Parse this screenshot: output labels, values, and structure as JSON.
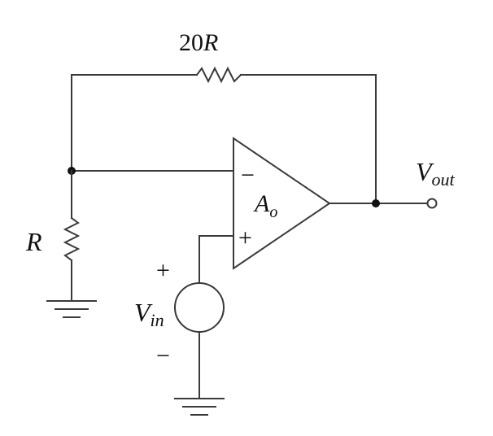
{
  "labels": {
    "feedback_resistor_coef": "20",
    "feedback_resistor_var": "R",
    "ground_resistor": "R",
    "output_main": "V",
    "output_sub": "out",
    "input_main": "V",
    "input_sub": "in",
    "opamp_main": "A",
    "opamp_sub": "o",
    "opamp_inverting": "−",
    "opamp_noninverting": "+",
    "source_plus": "+",
    "source_minus": "−"
  },
  "colors": {
    "wire": "#3a3a3a",
    "text": "#111111",
    "background": "#ffffff"
  }
}
